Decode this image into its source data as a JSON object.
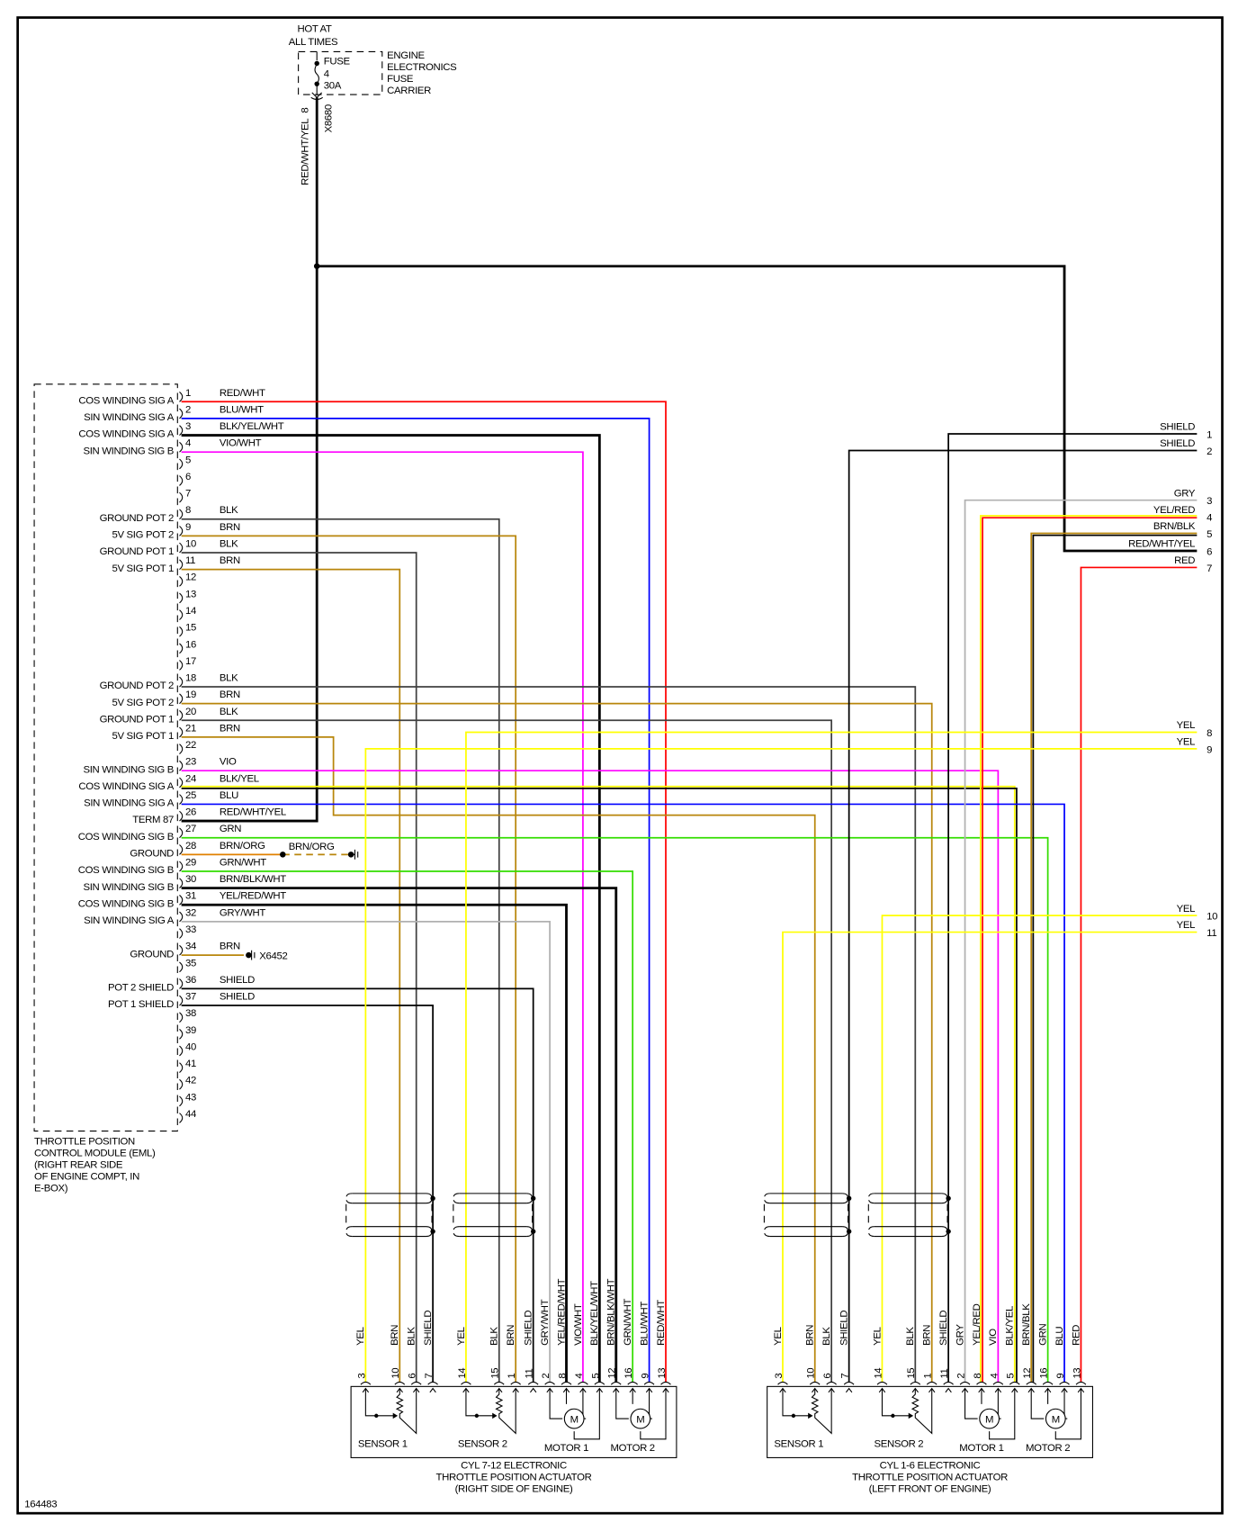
{
  "figure_id": "164483",
  "colors": {
    "RED": "#ff0000",
    "BLU": "#0000ff",
    "BLK": "#000000",
    "DKGRY": "#404040",
    "VIO": "#ff00ff",
    "BRN": "#b8860b",
    "YEL": "#ffff00",
    "GRN": "#33dd00",
    "GRY": "#b0b0b0",
    "ORG": "#e08000"
  },
  "power": {
    "hot_label_1": "HOT AT",
    "hot_label_2": "ALL TIMES",
    "fuse_label": "FUSE",
    "fuse_number": "4",
    "fuse_rating": "30A",
    "carrier_label": [
      "ENGINE",
      "ELECTRONICS",
      "FUSE",
      "CARRIER"
    ],
    "wire_label": "RED/WHT/YEL",
    "pin": "8",
    "connector": "X8680"
  },
  "module": {
    "name_lines": [
      "THROTTLE POSITION",
      "CONTROL MODULE (EML)",
      "(RIGHT REAR SIDE",
      "OF ENGINE COMPT, IN",
      "E-BOX)"
    ],
    "pins": [
      {
        "pin": "1",
        "func": "COS WINDING SIG A",
        "wire": "RED/WHT"
      },
      {
        "pin": "2",
        "func": "SIN WINDING SIG A",
        "wire": "BLU/WHT"
      },
      {
        "pin": "3",
        "func": "COS WINDING SIG A",
        "wire": "BLK/YEL/WHT"
      },
      {
        "pin": "4",
        "func": "SIN WINDING SIG B",
        "wire": "VIO/WHT"
      },
      {
        "pin": "5",
        "func": "",
        "wire": ""
      },
      {
        "pin": "6",
        "func": "",
        "wire": ""
      },
      {
        "pin": "7",
        "func": "",
        "wire": ""
      },
      {
        "pin": "8",
        "func": "GROUND POT 2",
        "wire": "BLK"
      },
      {
        "pin": "9",
        "func": "5V SIG POT 2",
        "wire": "BRN"
      },
      {
        "pin": "10",
        "func": "GROUND POT 1",
        "wire": "BLK"
      },
      {
        "pin": "11",
        "func": "5V SIG POT 1",
        "wire": "BRN"
      },
      {
        "pin": "12",
        "func": "",
        "wire": ""
      },
      {
        "pin": "13",
        "func": "",
        "wire": ""
      },
      {
        "pin": "14",
        "func": "",
        "wire": ""
      },
      {
        "pin": "15",
        "func": "",
        "wire": ""
      },
      {
        "pin": "16",
        "func": "",
        "wire": ""
      },
      {
        "pin": "17",
        "func": "",
        "wire": ""
      },
      {
        "pin": "18",
        "func": "GROUND POT 2",
        "wire": "BLK"
      },
      {
        "pin": "19",
        "func": "5V SIG POT 2",
        "wire": "BRN"
      },
      {
        "pin": "20",
        "func": "GROUND POT 1",
        "wire": "BLK"
      },
      {
        "pin": "21",
        "func": "5V SIG POT 1",
        "wire": "BRN"
      },
      {
        "pin": "22",
        "func": "",
        "wire": ""
      },
      {
        "pin": "23",
        "func": "SIN WINDING SIG B",
        "wire": "VIO"
      },
      {
        "pin": "24",
        "func": "COS WINDING SIG A",
        "wire": "BLK/YEL"
      },
      {
        "pin": "25",
        "func": "SIN WINDING SIG A",
        "wire": "BLU"
      },
      {
        "pin": "26",
        "func": "TERM 87",
        "wire": "RED/WHT/YEL"
      },
      {
        "pin": "27",
        "func": "COS WINDING SIG B",
        "wire": "GRN"
      },
      {
        "pin": "28",
        "func": "GROUND",
        "wire": "BRN/ORG"
      },
      {
        "pin": "29",
        "func": "COS WINDING SIG B",
        "wire": "GRN/WHT"
      },
      {
        "pin": "30",
        "func": "SIN WINDING SIG B",
        "wire": "BRN/BLK/WHT"
      },
      {
        "pin": "31",
        "func": "COS WINDING SIG B",
        "wire": "YEL/RED/WHT"
      },
      {
        "pin": "32",
        "func": "SIN WINDING SIG A",
        "wire": "GRY/WHT"
      },
      {
        "pin": "33",
        "func": "",
        "wire": ""
      },
      {
        "pin": "34",
        "func": "GROUND",
        "wire": "BRN"
      },
      {
        "pin": "35",
        "func": "",
        "wire": ""
      },
      {
        "pin": "36",
        "func": "POT 2 SHIELD",
        "wire": "SHIELD"
      },
      {
        "pin": "37",
        "func": "POT 1 SHIELD",
        "wire": "SHIELD"
      },
      {
        "pin": "38",
        "func": "",
        "wire": ""
      },
      {
        "pin": "39",
        "func": "",
        "wire": ""
      },
      {
        "pin": "40",
        "func": "",
        "wire": ""
      },
      {
        "pin": "41",
        "func": "",
        "wire": ""
      },
      {
        "pin": "42",
        "func": "",
        "wire": ""
      },
      {
        "pin": "43",
        "func": "",
        "wire": ""
      },
      {
        "pin": "44",
        "func": "",
        "wire": ""
      }
    ],
    "pin28_ground_wire": "BRN/ORG",
    "pin34_ground": "X6452"
  },
  "right_connector": [
    {
      "pin": "1",
      "wire": "SHIELD"
    },
    {
      "pin": "2",
      "wire": "SHIELD"
    },
    {
      "pin": "3",
      "wire": "GRY"
    },
    {
      "pin": "4",
      "wire": "YEL/RED"
    },
    {
      "pin": "5",
      "wire": "BRN/BLK"
    },
    {
      "pin": "6",
      "wire": "RED/WHT/YEL"
    },
    {
      "pin": "7",
      "wire": "RED"
    },
    {
      "pin": "8",
      "wire": "YEL"
    },
    {
      "pin": "9",
      "wire": "YEL"
    },
    {
      "pin": "10",
      "wire": "YEL"
    },
    {
      "pin": "11",
      "wire": "YEL"
    }
  ],
  "actuators": [
    {
      "title": [
        "CYL 7-12 ELECTRONIC",
        "THROTTLE POSITION ACTUATOR",
        "(RIGHT SIDE OF ENGINE)"
      ],
      "pins": [
        {
          "pin": "3",
          "wire": "YEL"
        },
        {
          "pin": "10",
          "wire": "BRN"
        },
        {
          "pin": "6",
          "wire": "BLK"
        },
        {
          "pin": "7",
          "wire": "SHIELD"
        },
        {
          "pin": "14",
          "wire": "YEL"
        },
        {
          "pin": "15",
          "wire": "BLK"
        },
        {
          "pin": "1",
          "wire": "BRN"
        },
        {
          "pin": "11",
          "wire": "SHIELD"
        },
        {
          "pin": "2",
          "wire": "GRY/WHT"
        },
        {
          "pin": "8",
          "wire": "YEL/RED/WHT"
        },
        {
          "pin": "4",
          "wire": "VIO/WHT"
        },
        {
          "pin": "5",
          "wire": "BLK/YEL/WHT"
        },
        {
          "pin": "12",
          "wire": "BRN/BLK/WHT"
        },
        {
          "pin": "16",
          "wire": "GRN/WHT"
        },
        {
          "pin": "9",
          "wire": "BLU/WHT"
        },
        {
          "pin": "13",
          "wire": "RED/WHT"
        }
      ],
      "components": [
        "SENSOR 1",
        "SENSOR 2",
        "MOTOR 1",
        "MOTOR 2"
      ]
    },
    {
      "title": [
        "CYL 1-6 ELECTRONIC",
        "THROTTLE POSITION ACTUATOR",
        "(LEFT FRONT OF ENGINE)"
      ],
      "pins": [
        {
          "pin": "3",
          "wire": "YEL"
        },
        {
          "pin": "10",
          "wire": "BRN"
        },
        {
          "pin": "6",
          "wire": "BLK"
        },
        {
          "pin": "7",
          "wire": "SHIELD"
        },
        {
          "pin": "14",
          "wire": "YEL"
        },
        {
          "pin": "15",
          "wire": "BLK"
        },
        {
          "pin": "1",
          "wire": "BRN"
        },
        {
          "pin": "11",
          "wire": "SHIELD"
        },
        {
          "pin": "2",
          "wire": "GRY"
        },
        {
          "pin": "8",
          "wire": "YEL/RED"
        },
        {
          "pin": "4",
          "wire": "VIO"
        },
        {
          "pin": "5",
          "wire": "BLK/YEL"
        },
        {
          "pin": "12",
          "wire": "BRN/BLK"
        },
        {
          "pin": "16",
          "wire": "GRN"
        },
        {
          "pin": "9",
          "wire": "BLU"
        },
        {
          "pin": "13",
          "wire": "RED"
        }
      ],
      "components": [
        "SENSOR 1",
        "SENSOR 2",
        "MOTOR 1",
        "MOTOR 2"
      ]
    }
  ]
}
